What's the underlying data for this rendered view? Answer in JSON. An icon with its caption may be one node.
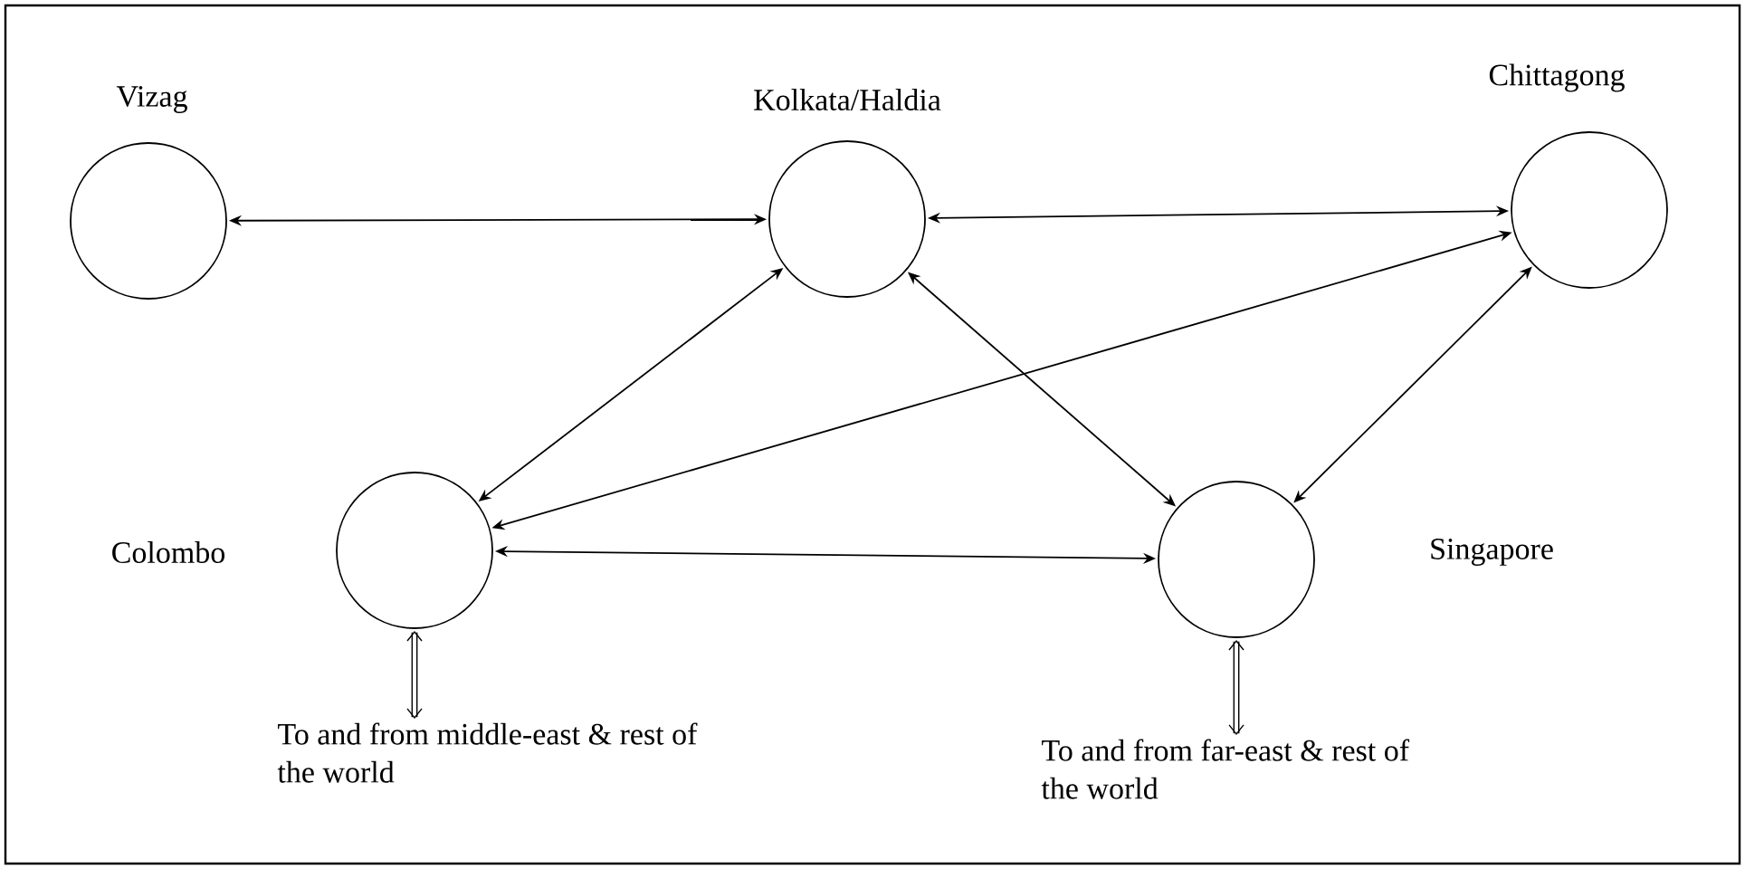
{
  "diagram": {
    "nodes": [
      {
        "text": [
          "Vizag"
        ]
      },
      {
        "text": [
          "Kolkata/Haldia"
        ]
      },
      {
        "text": [
          "Chittagong"
        ]
      },
      {
        "text": [
          "Colombo"
        ]
      },
      {
        "text": [
          "Singapore"
        ]
      },
      {
        "text": [
          "To and from middle-east & rest of the world"
        ]
      },
      {
        "text": [
          "To and from far-east & rest of the world"
        ]
      }
    ],
    "edges": [
      {
        "from": 0,
        "to": 1,
        "arrow": "both"
      },
      {
        "from": 1,
        "to": 2,
        "arrow": "both"
      },
      {
        "from": 1,
        "to": 3,
        "arrow": "both"
      },
      {
        "from": 2,
        "to": 3,
        "arrow": "both"
      },
      {
        "from": 1,
        "to": 4,
        "arrow": "both"
      },
      {
        "from": 2,
        "to": 4,
        "arrow": "both"
      },
      {
        "from": 3,
        "to": 4,
        "arrow": "both"
      },
      {
        "from": 3,
        "to": 5,
        "arrow": "both",
        "style": "thick"
      },
      {
        "from": 4,
        "to": 6,
        "arrow": "both",
        "style": "thick"
      }
    ]
  }
}
